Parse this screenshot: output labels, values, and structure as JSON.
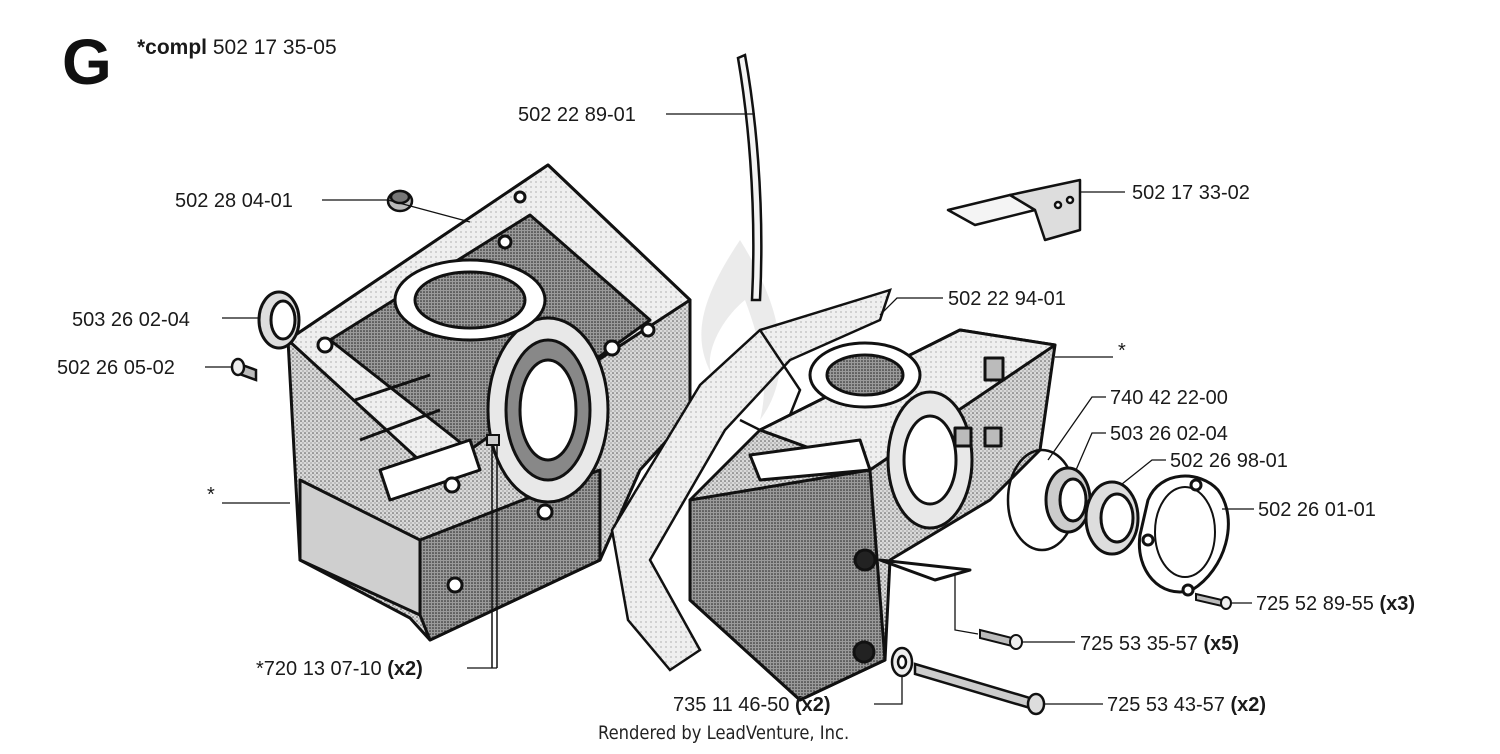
{
  "header": {
    "section_letter": "G",
    "compl_prefix": "*compl",
    "compl_number": "502 17 35-05"
  },
  "labels": {
    "hose": "502 22 89-01",
    "plug": "502 28 04-01",
    "seal_left": "503 26 02-04",
    "sleeve": "502 26 05-02",
    "star_left": "*",
    "pin_num": "*720 13 07-10",
    "pin_qty": "(x2)",
    "bracket": "502 17 33-02",
    "gasket": "502 22 94-01",
    "star_right": "*",
    "ring": "740 42 22-00",
    "seal_right": "503 26 02-04",
    "bearing": "502 26 98-01",
    "cover": "502 26 01-01",
    "screw3_num": "725 52 89-55",
    "screw3_qty": "(x3)",
    "screw5_num": "725 53 35-57",
    "screw5_qty": "(x5)",
    "washer_num": "735 11 46-50",
    "washer_qty": "(x2)",
    "bolt_num": "725 53 43-57",
    "bolt_qty": "(x2)"
  },
  "footer": {
    "credit": "Rendered by LeadVenture, Inc."
  }
}
